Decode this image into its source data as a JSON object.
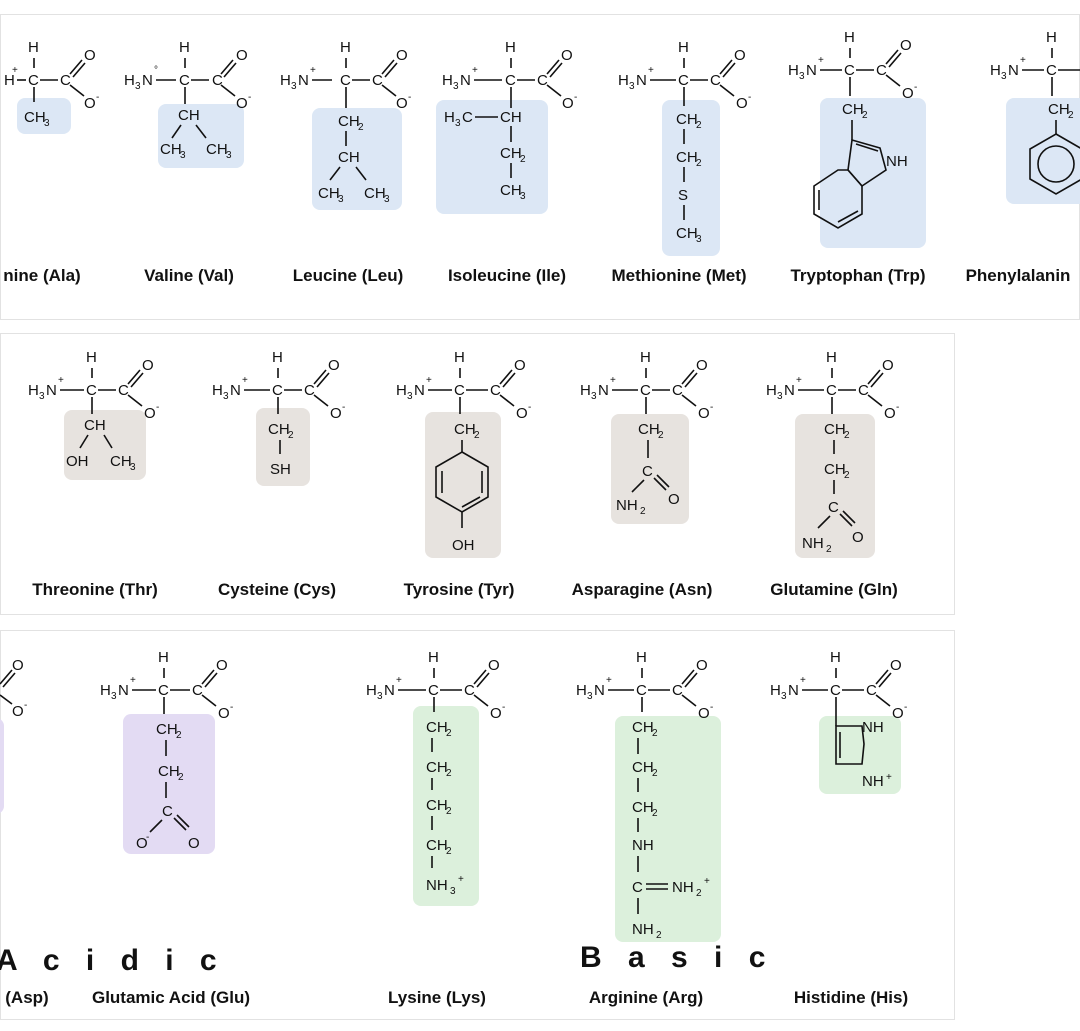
{
  "colors": {
    "nonpolar": "#dce7f5",
    "polar": "#e7e3df",
    "acidic": "#e3dbf3",
    "basic": "#dcf0dc"
  },
  "categories": {
    "acidic": "A c i d i c",
    "basic": "B a s i c"
  },
  "amino_acids": {
    "ala": "nine (Ala)",
    "val": "Valine (Val)",
    "leu": "Leucine (Leu)",
    "ile": "Isoleucine (Ile)",
    "met": "Methionine (Met)",
    "trp": "Tryptophan (Trp)",
    "phe": "Phenylalanin",
    "thr": "Threonine (Thr)",
    "cys": "Cysteine (Cys)",
    "tyr": "Tyrosine (Tyr)",
    "asn": "Asparagine (Asn)",
    "gln": "Glutamine (Gln)",
    "asp": "(Asp)",
    "glu": "Glutamic Acid (Glu)",
    "lys": "Lysine (Lys)",
    "arg": "Arginine (Arg)",
    "his": "Histidine (His)"
  }
}
